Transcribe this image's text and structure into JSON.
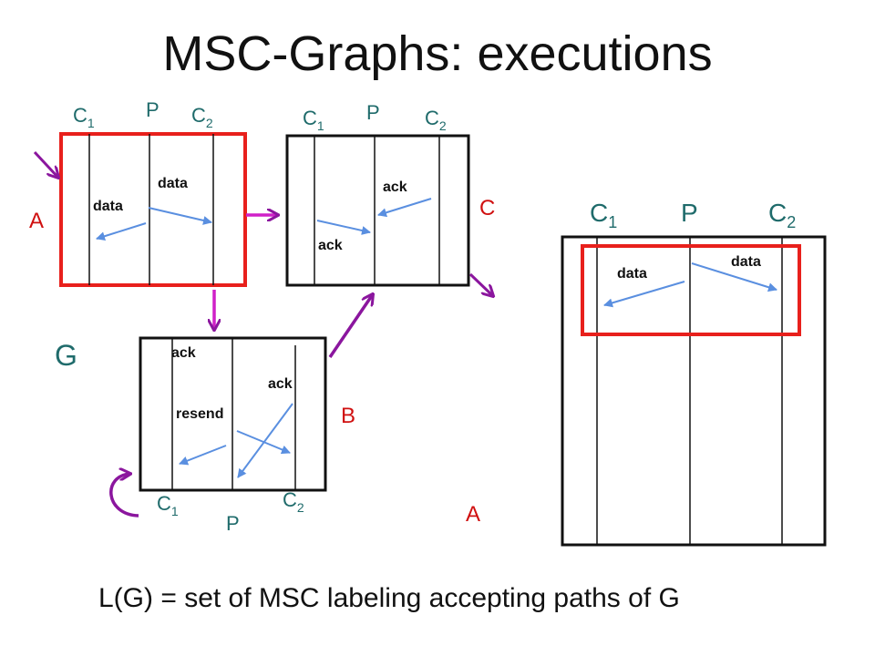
{
  "title": "MSC-Graphs: executions",
  "footer": "L(G) = set of MSC labeling accepting paths of G",
  "graph_name": "G",
  "processes": {
    "c": "C",
    "p": "P",
    "sub1": "1",
    "sub2": "2"
  },
  "nodes": {
    "a": "A",
    "b": "B",
    "c": "C",
    "a_final": "A"
  },
  "messages": {
    "data": "data",
    "ack": "ack",
    "resend": "resend"
  },
  "colors": {
    "accent": "#e8201c",
    "edge": "#8b169e",
    "message": "#5a8fe0",
    "process_label": "#1f6b6b"
  }
}
